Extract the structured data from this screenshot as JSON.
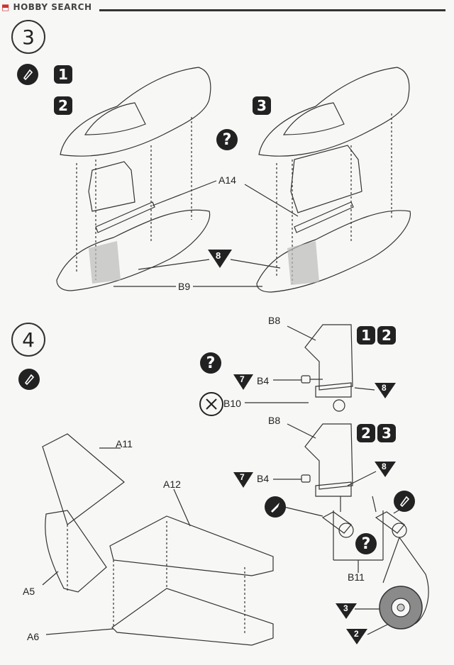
{
  "header": {
    "watermark_logo": "⬒",
    "watermark_text": "HOBBY SEARCH"
  },
  "step3": {
    "number": "3",
    "version_badges": [
      "1",
      "2",
      "3"
    ],
    "parts": {
      "a14": "A14",
      "b9": "B9"
    },
    "color_ref": "8",
    "help_mark": "?"
  },
  "step4": {
    "number": "4",
    "help_mark": "?",
    "upper_assembly": {
      "b8": "B8",
      "b4": "B4",
      "b10": "B10",
      "versions": [
        "1",
        "2"
      ],
      "color_ref_b4": "7",
      "color_ref_gear": "8"
    },
    "lower_assembly": {
      "b8": "B8",
      "b4": "B4",
      "b11": "B11",
      "versions": [
        "2",
        "3"
      ],
      "color_ref_b4": "7",
      "color_ref_gear": "8"
    },
    "wheel_color_refs": [
      "3",
      "2"
    ],
    "wing_parts": {
      "a11": "A11",
      "a12": "A12",
      "a5": "A5",
      "a6": "A6"
    }
  },
  "colors": {
    "ink": "#222222",
    "paper": "#f7f7f5",
    "wheel": "#8a8a8a"
  }
}
